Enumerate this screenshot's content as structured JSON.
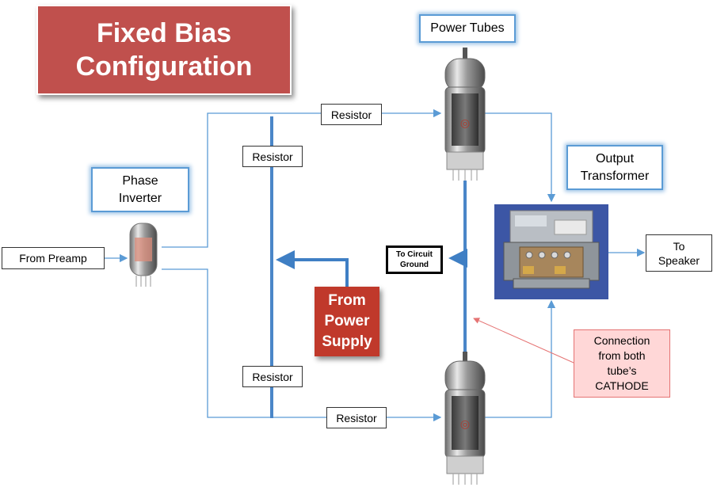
{
  "title": {
    "line1": "Fixed Bias",
    "line2": "Configuration"
  },
  "labels": {
    "power_tubes": "Power Tubes",
    "phase_inverter_line1": "Phase",
    "phase_inverter_line2": "Inverter",
    "from_preamp": "From Preamp",
    "resistor_top_horizontal": "Resistor",
    "resistor_left_upper": "Resistor",
    "resistor_left_lower": "Resistor",
    "resistor_bottom_horizontal": "Resistor",
    "output_transformer_line1": "Output",
    "output_transformer_line2": "Transformer",
    "to_circuit_ground_line1": "To Circuit",
    "to_circuit_ground_line2": "Ground",
    "from_power_supply_line1": "From",
    "from_power_supply_line2": "Power",
    "from_power_supply_line3": "Supply",
    "to_speaker_line1": "To",
    "to_speaker_line2": "Speaker",
    "cathode_line1": "Connection",
    "cathode_line2": "from both",
    "cathode_line3": "tube’s",
    "cathode_line4": "CATHODE"
  },
  "colors": {
    "title_red": "#c0504d",
    "supply_red": "#c0392b",
    "wire_blue": "#5b9bd5",
    "bus_blue": "#4a86c8",
    "glow_blue": "#5b9bd5",
    "cathode_pink": "#ffd7d7"
  }
}
